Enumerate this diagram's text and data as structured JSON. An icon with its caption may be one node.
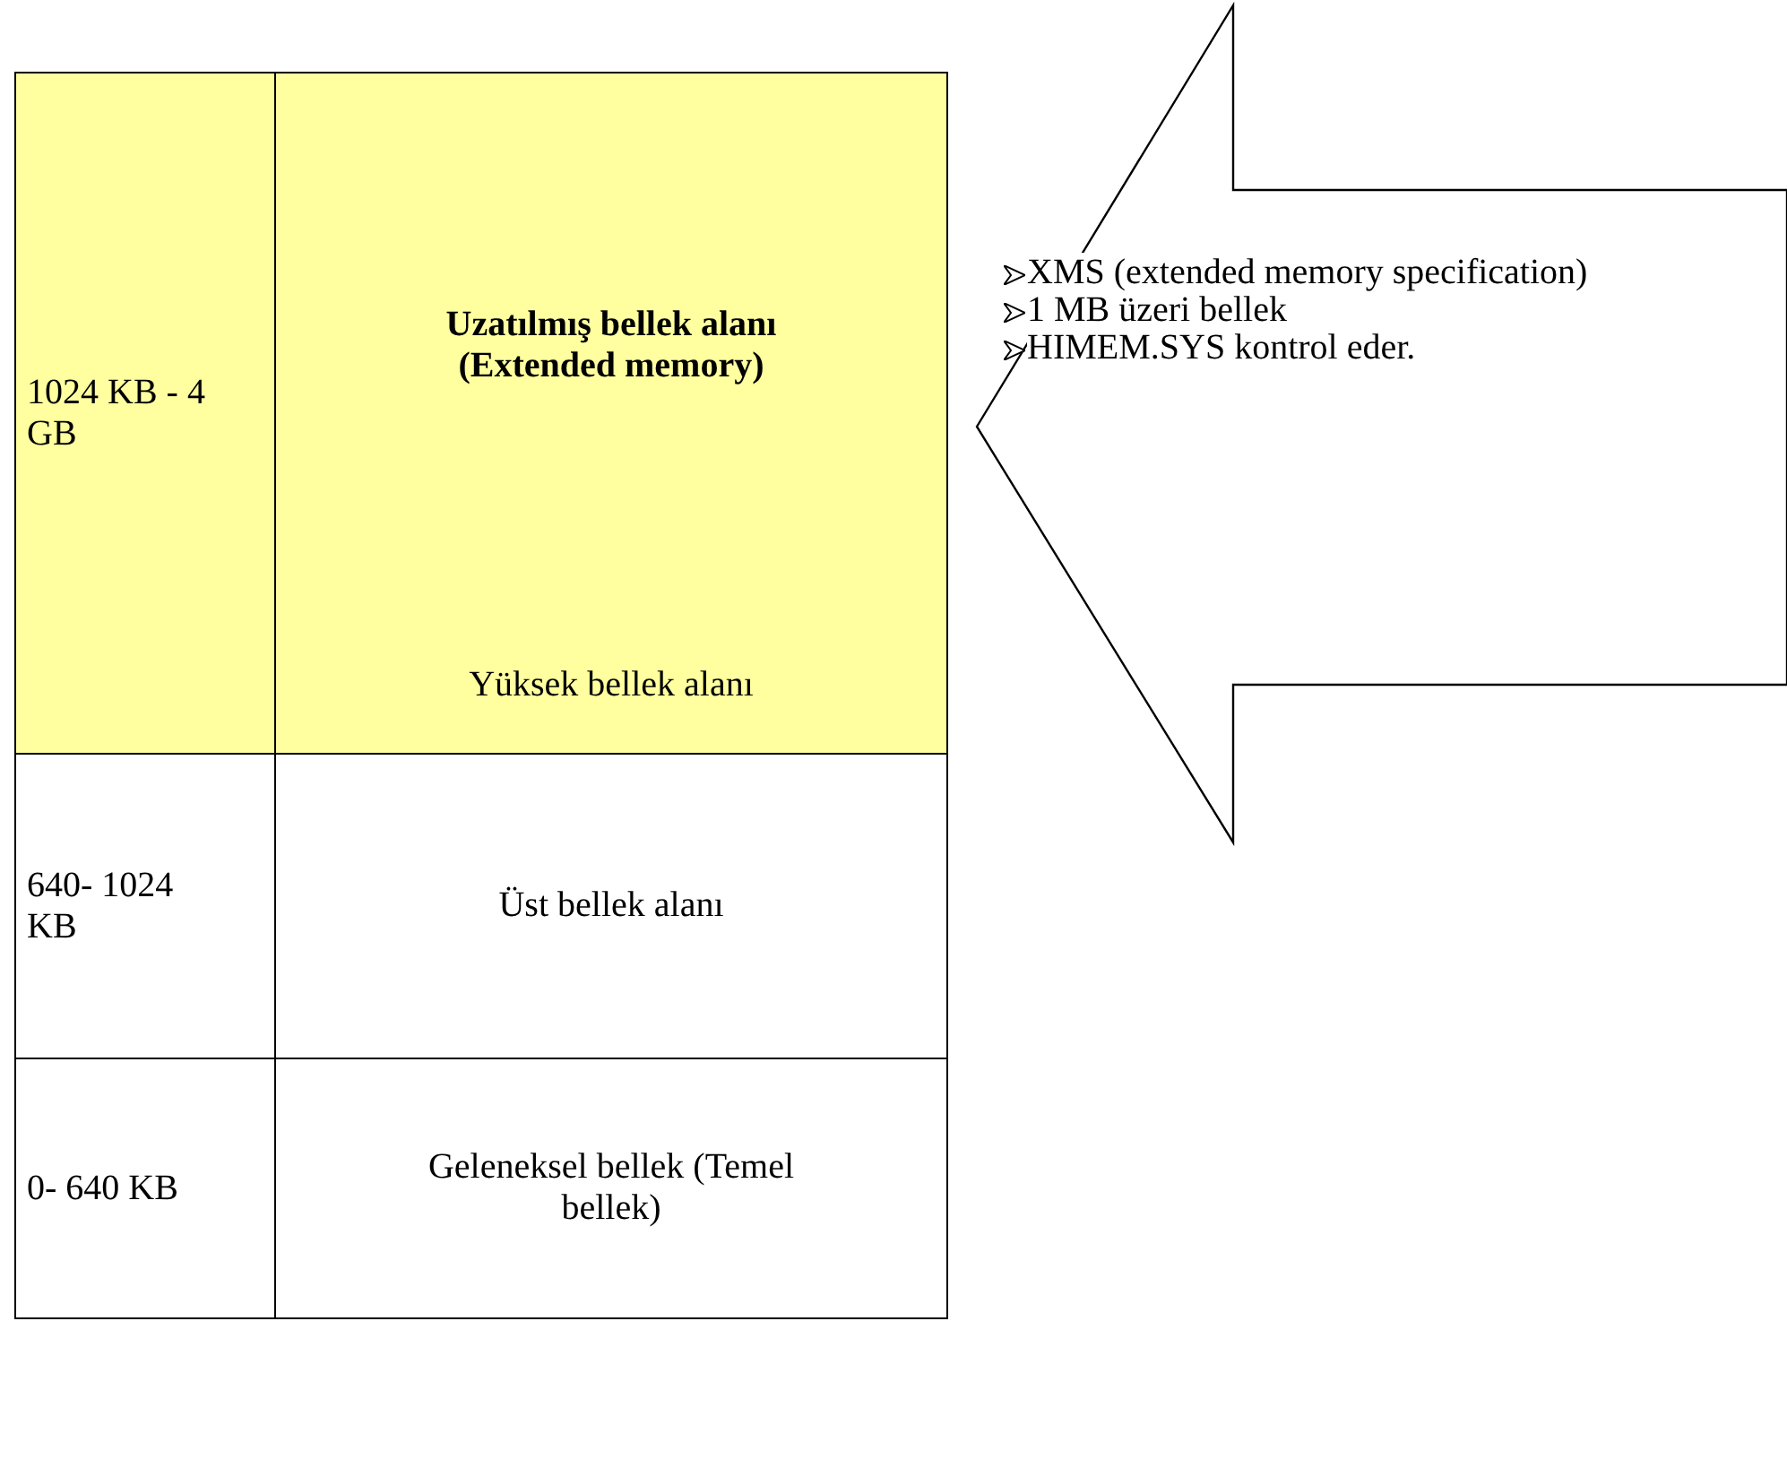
{
  "diagram": {
    "nodes": [
      {
        "text": [
          "1024 KB - 4 GB"
        ]
      },
      {
        "text": [
          "Uzatılmış bellek alanı (Extended memory)"
        ]
      },
      {
        "text": [
          "Yüksek bellek alanı"
        ]
      },
      {
        "text": [
          "640- 1024 KB"
        ]
      },
      {
        "text": [
          "Üst bellek alanı"
        ]
      },
      {
        "text": [
          "0- 640 KB"
        ]
      },
      {
        "text": [
          "Geleneksel bellek (Temel bellek)"
        ]
      },
      {
        "text": [
          "XMS (extended memory specification)",
          "1 MB üzeri bellek",
          "HIMEM.SYS kontrol eder."
        ]
      }
    ]
  }
}
